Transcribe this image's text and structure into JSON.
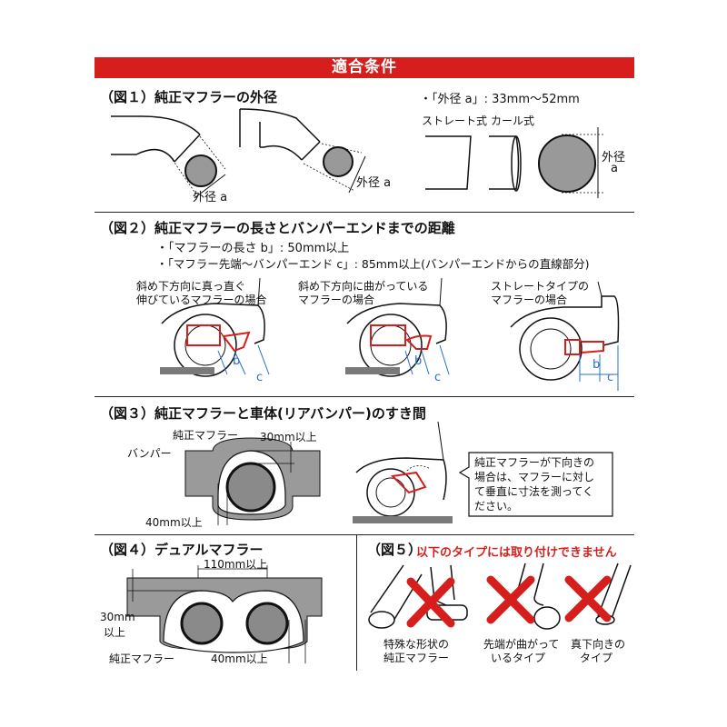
{
  "banner": "適合条件",
  "fig1": {
    "label": "（図１）",
    "title": "純正マフラーの外径",
    "spec": "・「外径 a」: 33mm～52mm",
    "type_straight": "ストレート式",
    "type_curl": "カール式",
    "dim_a": "外径 a",
    "dim_a_line1": "外径",
    "dim_a_line2": "a"
  },
  "fig2": {
    "label": "（図２）",
    "title": "純正マフラーの長さとバンパーエンドまでの距離",
    "spec1": "・「マフラーの長さ b」: 50mm以上",
    "spec2": "・「マフラー先端～バンパーエンド c」: 85mm以上(バンパーエンドからの直線部分)",
    "case1_line1": "斜め下方向に真っ直ぐ",
    "case1_line2": "伸びているマフラーの場合",
    "case2_line1": "斜め下方向に曲がっている",
    "case2_line2": "マフラーの場合",
    "case3_line1": "ストレートタイプの",
    "case3_line2": "マフラーの場合",
    "b": "b",
    "c": "c"
  },
  "fig3": {
    "label": "（図３）",
    "title": "純正マフラーと車体(リアバンパー)のすき間",
    "muffler": "純正マフラー",
    "bumper": "バンパー",
    "gap_top": "30mm以上",
    "gap_side": "40mm以上",
    "note": [
      "純正マフラーが下向きの",
      "場合は、マフラーに対し",
      "て垂直に寸法を測ってく",
      "ださい。"
    ]
  },
  "fig4": {
    "label": "（図４）",
    "title": "デュアルマフラー",
    "gap_between": "110mm以上",
    "gap_top_line1": "30mm",
    "gap_top_line2": "以上",
    "muffler": "純正マフラー",
    "gap_side": "40mm以上"
  },
  "fig5": {
    "label": "（図５）",
    "title": "以下のタイプには取り付けできません",
    "type1_line1": "特殊な形状の",
    "type1_line2": "純正マフラー",
    "type2_line1": "先端が曲がって",
    "type2_line2": "いるタイプ",
    "type3_line1": "真下向きの",
    "type3_line2": "タイプ"
  },
  "colors": {
    "red": "#d61f1c",
    "blue": "#2a6fc9",
    "gray": "#9a9a9a",
    "ground": "#7a7a7a"
  }
}
